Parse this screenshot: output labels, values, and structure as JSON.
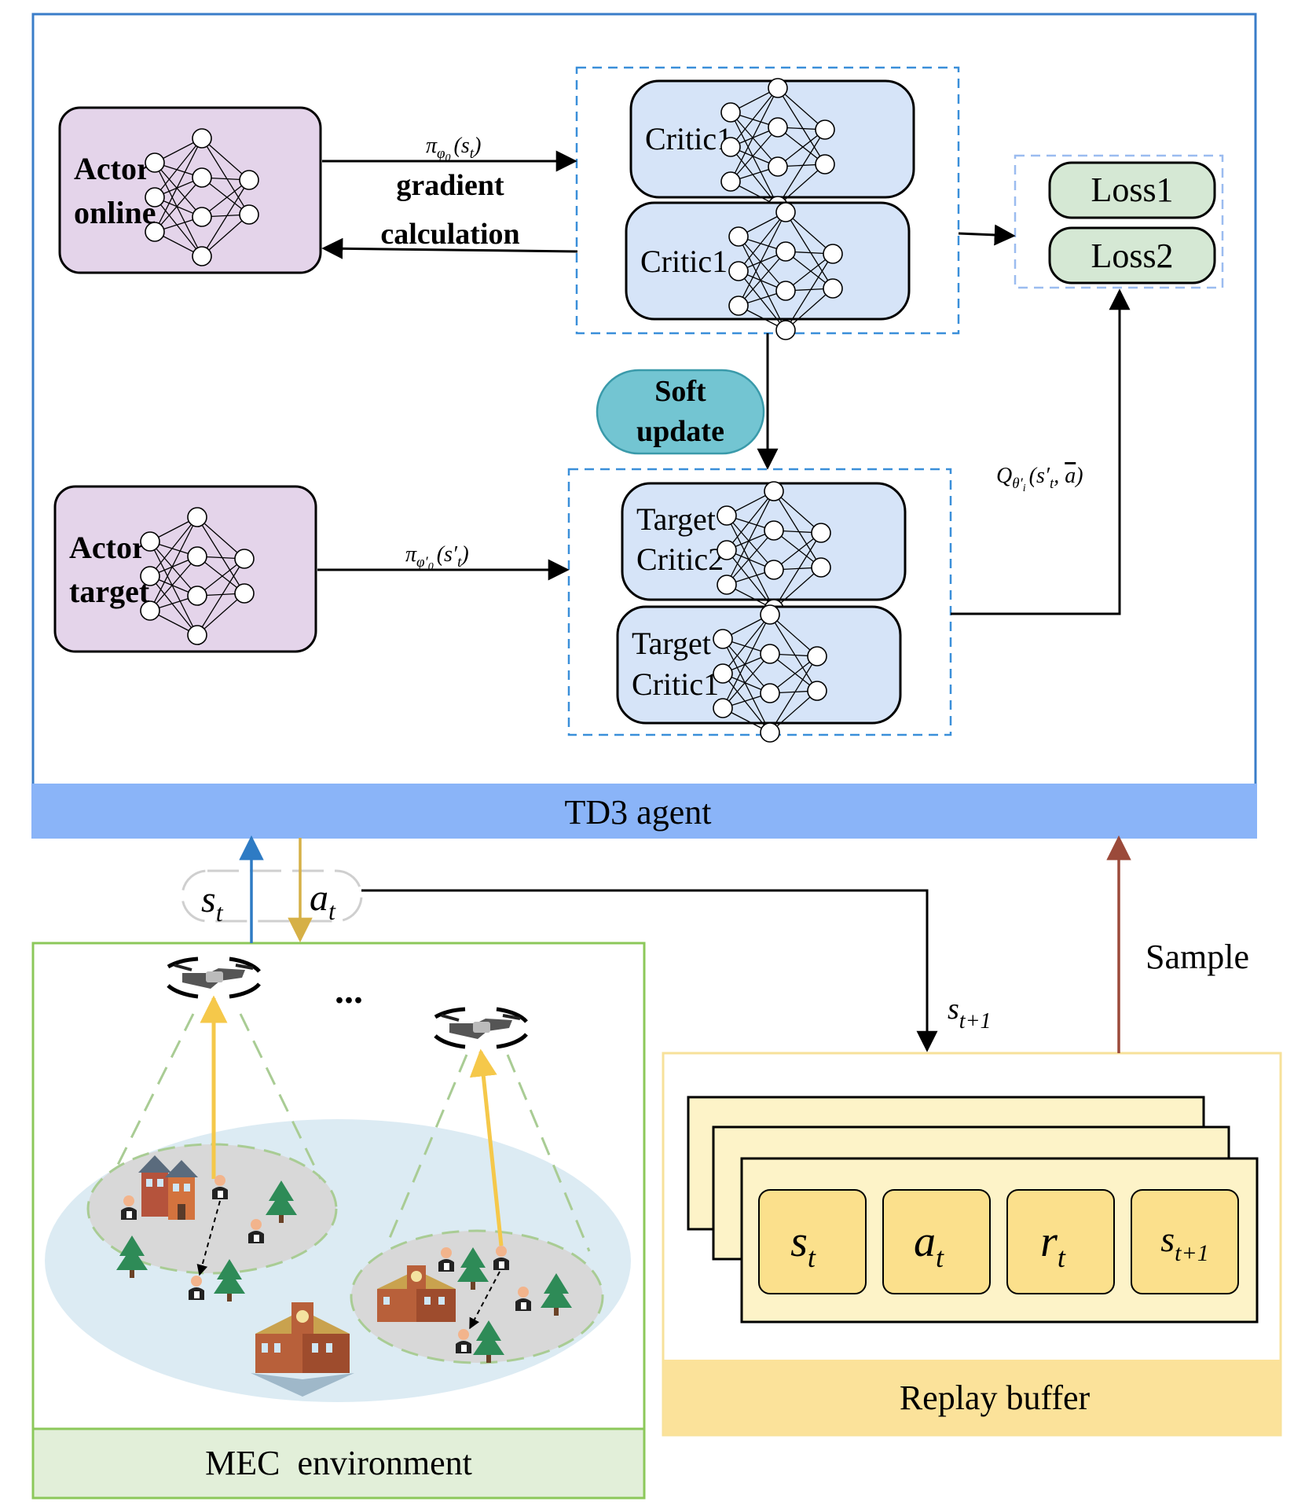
{
  "agent": {
    "title": "TD3 agent",
    "actor_online_line1": "Actor",
    "actor_online_line2": "online",
    "actor_target_line1": "Actor",
    "actor_target_line2": "target",
    "critic_top": "Critic1",
    "critic_bottom": "Critic1",
    "target_critic_top_line1": "Target",
    "target_critic_top_line2": "Critic2",
    "target_critic_bottom_line1": "Target",
    "target_critic_bottom_line2": "Critic1",
    "loss1": "Loss1",
    "loss2": "Loss2",
    "soft_update_line1": "Soft",
    "soft_update_line2": "update",
    "gradient_line1": "gradient",
    "gradient_line2": "calculation",
    "pi_online": {
      "base": "π",
      "sub": "φ",
      "subsub": "0",
      "arg": "(s",
      "argsub": "t",
      "close": ")"
    },
    "pi_target": {
      "base": "π",
      "sub": "φ′",
      "subsub": "0",
      "arg": "(s′",
      "argsub": "t",
      "close": ")"
    },
    "q_target": {
      "base": "Q",
      "sub": "θ′",
      "subsub": "i",
      "arg": "(s′",
      "argsub": "t",
      "mid": ", ",
      "abar": "a",
      "close": ")"
    }
  },
  "env": {
    "title": "MEC  environment",
    "ellipsis": "...",
    "st": {
      "base": "s",
      "sub": "t"
    },
    "at": {
      "base": "a",
      "sub": "t"
    },
    "st1": {
      "base": "s",
      "sub": "t+1"
    }
  },
  "buffer": {
    "title": "Replay buffer",
    "sample_label": "Sample",
    "cells": [
      {
        "base": "s",
        "sub": "t"
      },
      {
        "base": "a",
        "sub": "t"
      },
      {
        "base": "r",
        "sub": "t"
      },
      {
        "base": "s",
        "sub": "t+1"
      }
    ]
  },
  "colors": {
    "agent_border": "#3a7dc9",
    "agent_title_bg": "#8ab4f8",
    "actor_fill": "#e4d4ea",
    "critic_fill": "#d6e4f8",
    "loss_fill": "#d5e8d4",
    "soft_update_fill": "#73c5d2",
    "env_border": "#8cc85a",
    "env_title_bg": "#e2efd9",
    "buffer_border": "#f7e19a",
    "buffer_title_bg": "#fbe29a",
    "buffer_card": "#fdf3c8",
    "buffer_cell": "#fbe08c",
    "arrow_blue": "#2e7bc4",
    "arrow_gold": "#d6b046",
    "arrow_brown": "#9b4a3a"
  }
}
